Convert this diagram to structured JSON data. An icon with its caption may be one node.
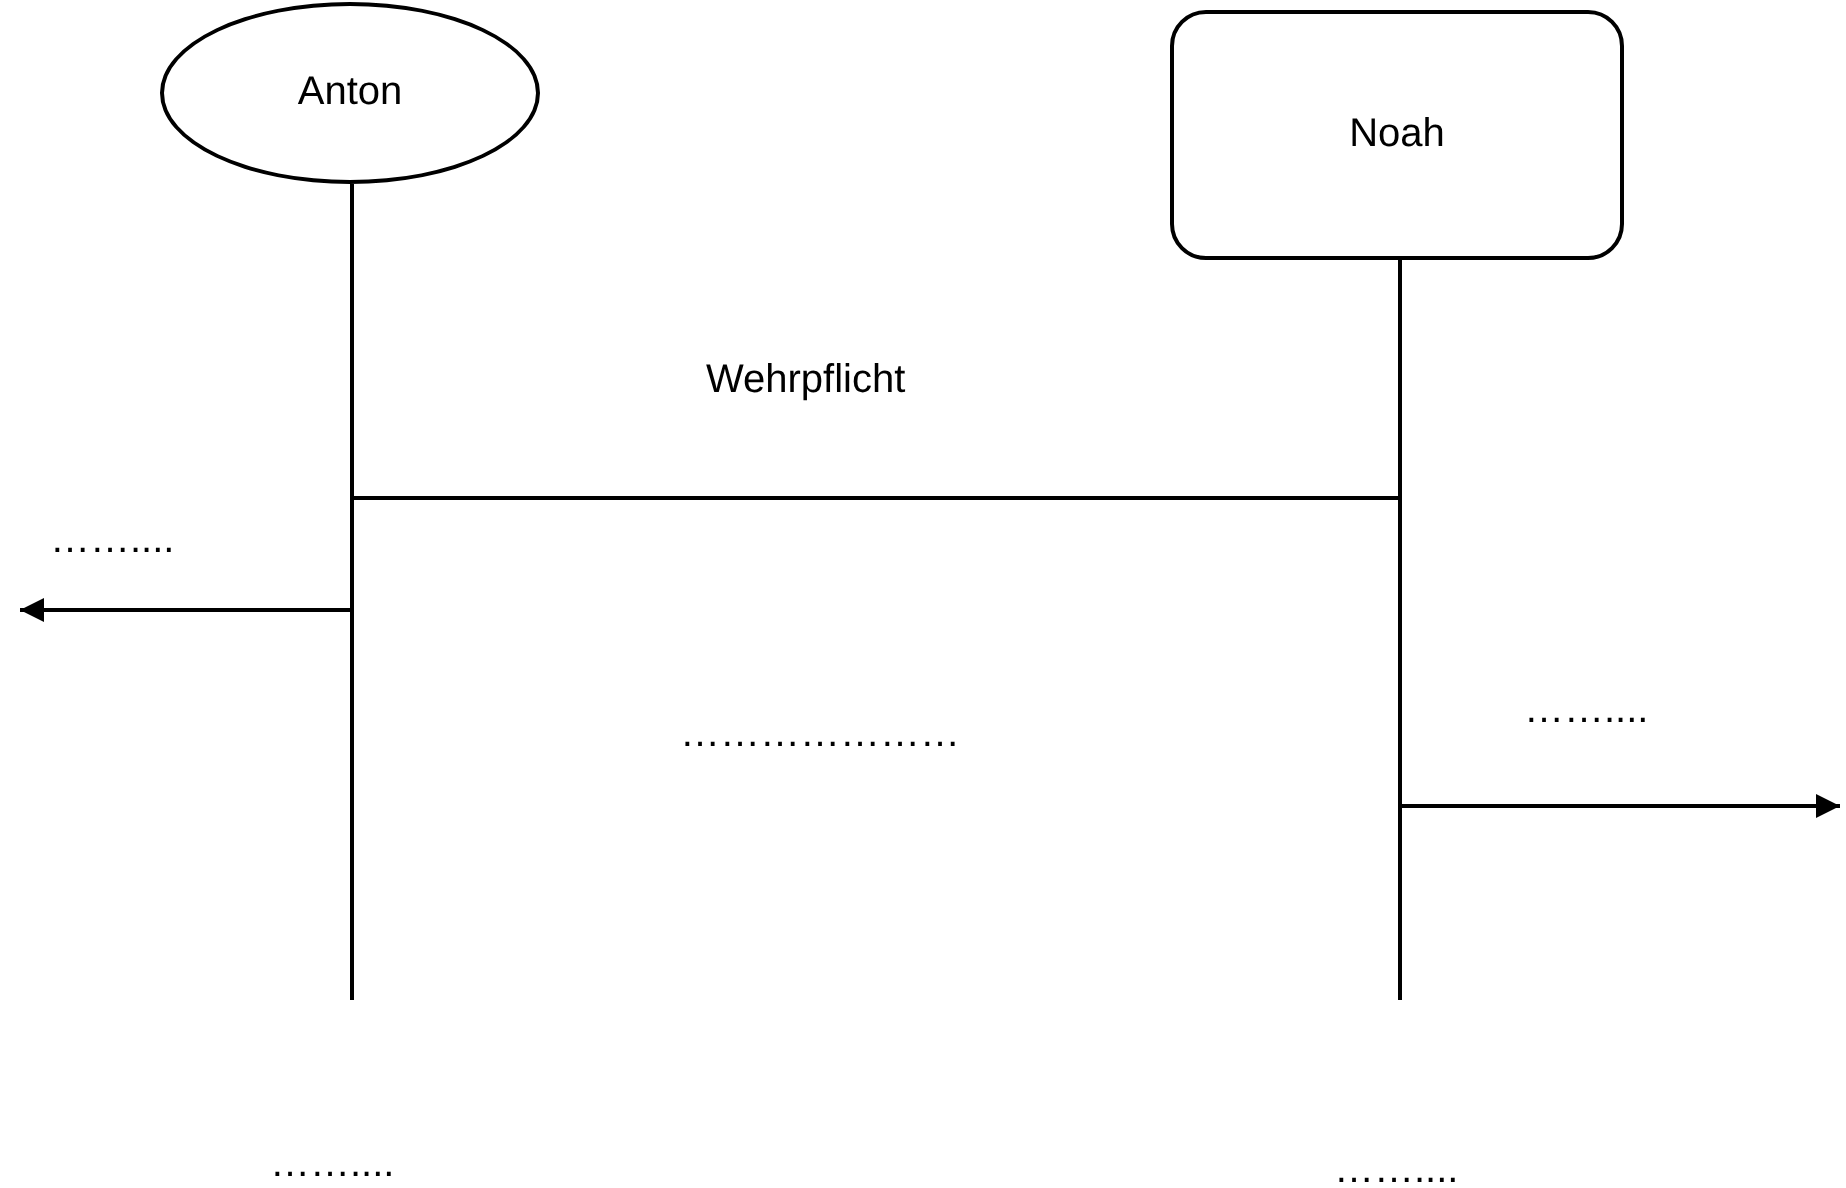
{
  "diagram": {
    "nodes": [
      {
        "text": [
          "Anton"
        ]
      },
      {
        "text": [
          "Noah"
        ]
      }
    ],
    "edges": [
      {
        "from": 0,
        "to": 1,
        "arrow": "none",
        "label": "Wehrpflicht"
      },
      {
        "from": 0,
        "to": null,
        "arrow": "to",
        "label": "……...."
      },
      {
        "from": 1,
        "to": null,
        "arrow": "to",
        "label": "……...."
      }
    ],
    "labels": [
      "…………………",
      "……....",
      "……...."
    ]
  }
}
